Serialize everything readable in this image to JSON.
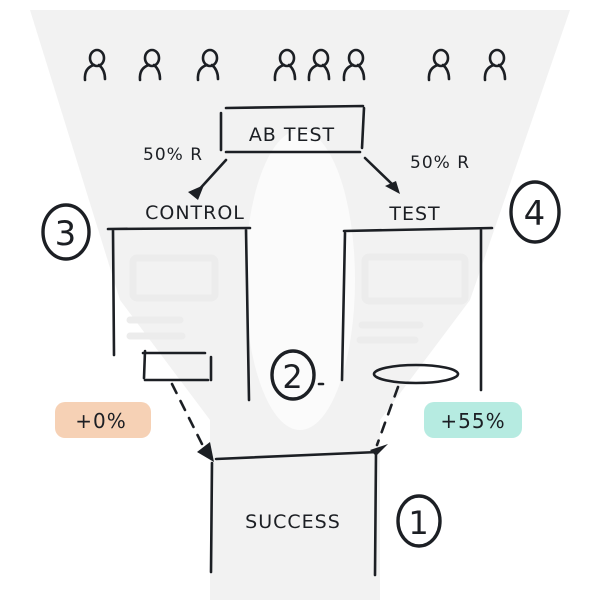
{
  "diagram": {
    "users_count": 8,
    "ab_test_label": "AB TEST",
    "split_left_label": "50% R",
    "split_right_label": "50% R",
    "variants": [
      {
        "label": "CONTROL",
        "cta_shape": "rectangle",
        "lift_label": "+0%",
        "lift_color": "#f5c9a8"
      },
      {
        "label": "TEST",
        "cta_shape": "pill",
        "lift_label": "+55%",
        "lift_color": "#a9e8dc"
      }
    ],
    "goal_label": "SUCCESS",
    "steps": [
      {
        "number": "1",
        "target": "success"
      },
      {
        "number": "2",
        "target": "cta-buttons"
      },
      {
        "number": "3",
        "target": "control"
      },
      {
        "number": "4",
        "target": "test"
      }
    ],
    "colors": {
      "ink": "#1c1f24",
      "funnel": "#f1f1f1",
      "ghost": "#ececec"
    }
  }
}
